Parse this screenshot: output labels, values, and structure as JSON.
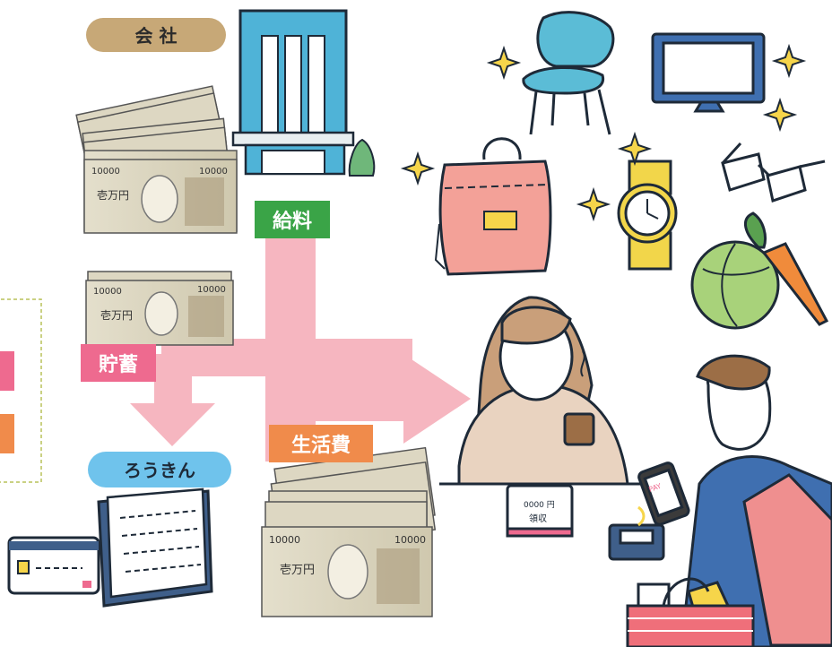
{
  "colors": {
    "flow_arrow": "#f6b6c0",
    "company_pill": "#c7a877",
    "kyuryo_bg": "#3aa447",
    "chochiku_bg": "#ee6a8f",
    "seikatsuhi_bg": "#f08b4b",
    "rokin_pill": "#6fc3ec",
    "building": "#4fb3d7",
    "banknote": "#dcd6c0"
  },
  "labels": {
    "company": "会 社",
    "salary": "給料",
    "savings": "貯蓄",
    "living_expenses": "生活費",
    "rokin": "ろうきん"
  },
  "banknotes": {
    "denomination": "10000",
    "yen_text": "壱万円"
  },
  "receipt": {
    "amount_mirrored": "0000 円",
    "title_mirrored": "領収"
  },
  "phone": {
    "pay_text": "PAY"
  },
  "icons": [
    "office-building-icon",
    "banknote-stack-icon",
    "chair-icon",
    "tv-monitor-icon",
    "handbag-icon",
    "wristwatch-icon",
    "eyeglasses-icon",
    "cabbage-icon",
    "carrot-icon",
    "sparkle-icon",
    "woman-with-coffee-icon",
    "man-paying-with-phone-icon",
    "shopping-basket-icon",
    "bankbook-icon",
    "cash-card-icon"
  ]
}
